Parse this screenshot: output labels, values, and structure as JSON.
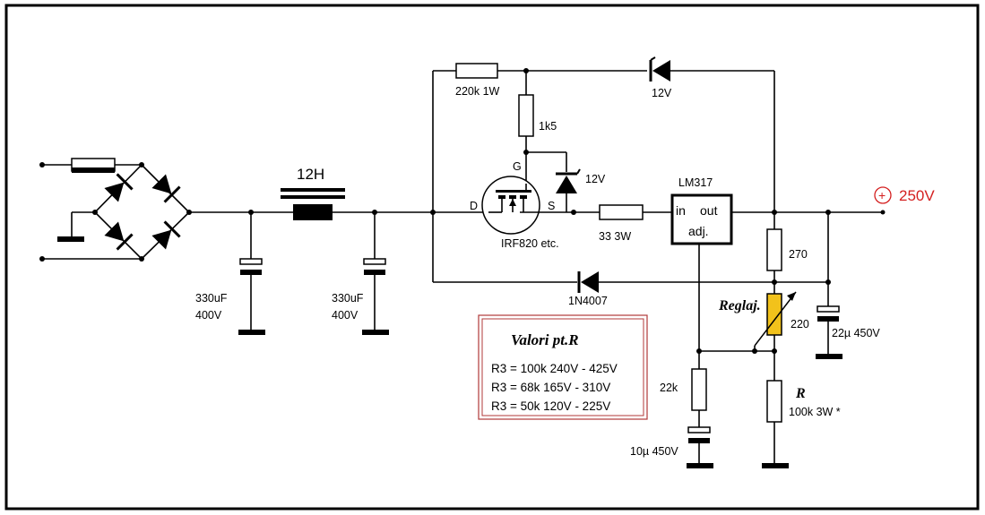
{
  "labels": {
    "choke": "12H",
    "cap1_value": "330uF",
    "cap1_voltage": "400V",
    "cap2_value": "330uF",
    "cap2_voltage": "400V",
    "r_220k": "220k 1W",
    "zener_top": "12V",
    "r_1k5": "1k5",
    "gate": "G",
    "drain": "D",
    "source": "S",
    "zener_gate": "12V",
    "mosfet": "IRF820 etc.",
    "r_33": "33  3W",
    "regulator": "LM317",
    "reg_in": "in",
    "reg_out": "out",
    "reg_adj": "adj.",
    "output_voltage": "250V",
    "r_270": "270",
    "diode_bottom": "1N4007",
    "pot_label": "Reglaj.",
    "pot_value": "220",
    "cap_out": "22µ 450V",
    "r_22k": "22k",
    "cap_adj": "10µ 450V",
    "r_label": "R",
    "r_value": "100k 3W *"
  },
  "table": {
    "title": "Valori pt.R",
    "rows": [
      "R3 = 100k   240V - 425V",
      "R3 = 68k     165V - 310V",
      "R3 = 50k     120V - 225V"
    ]
  },
  "colors": {
    "wire": "#000000",
    "output_accent": "#d42020",
    "pot_fill": "#f2c21b",
    "table_border": "#b03a3a"
  }
}
